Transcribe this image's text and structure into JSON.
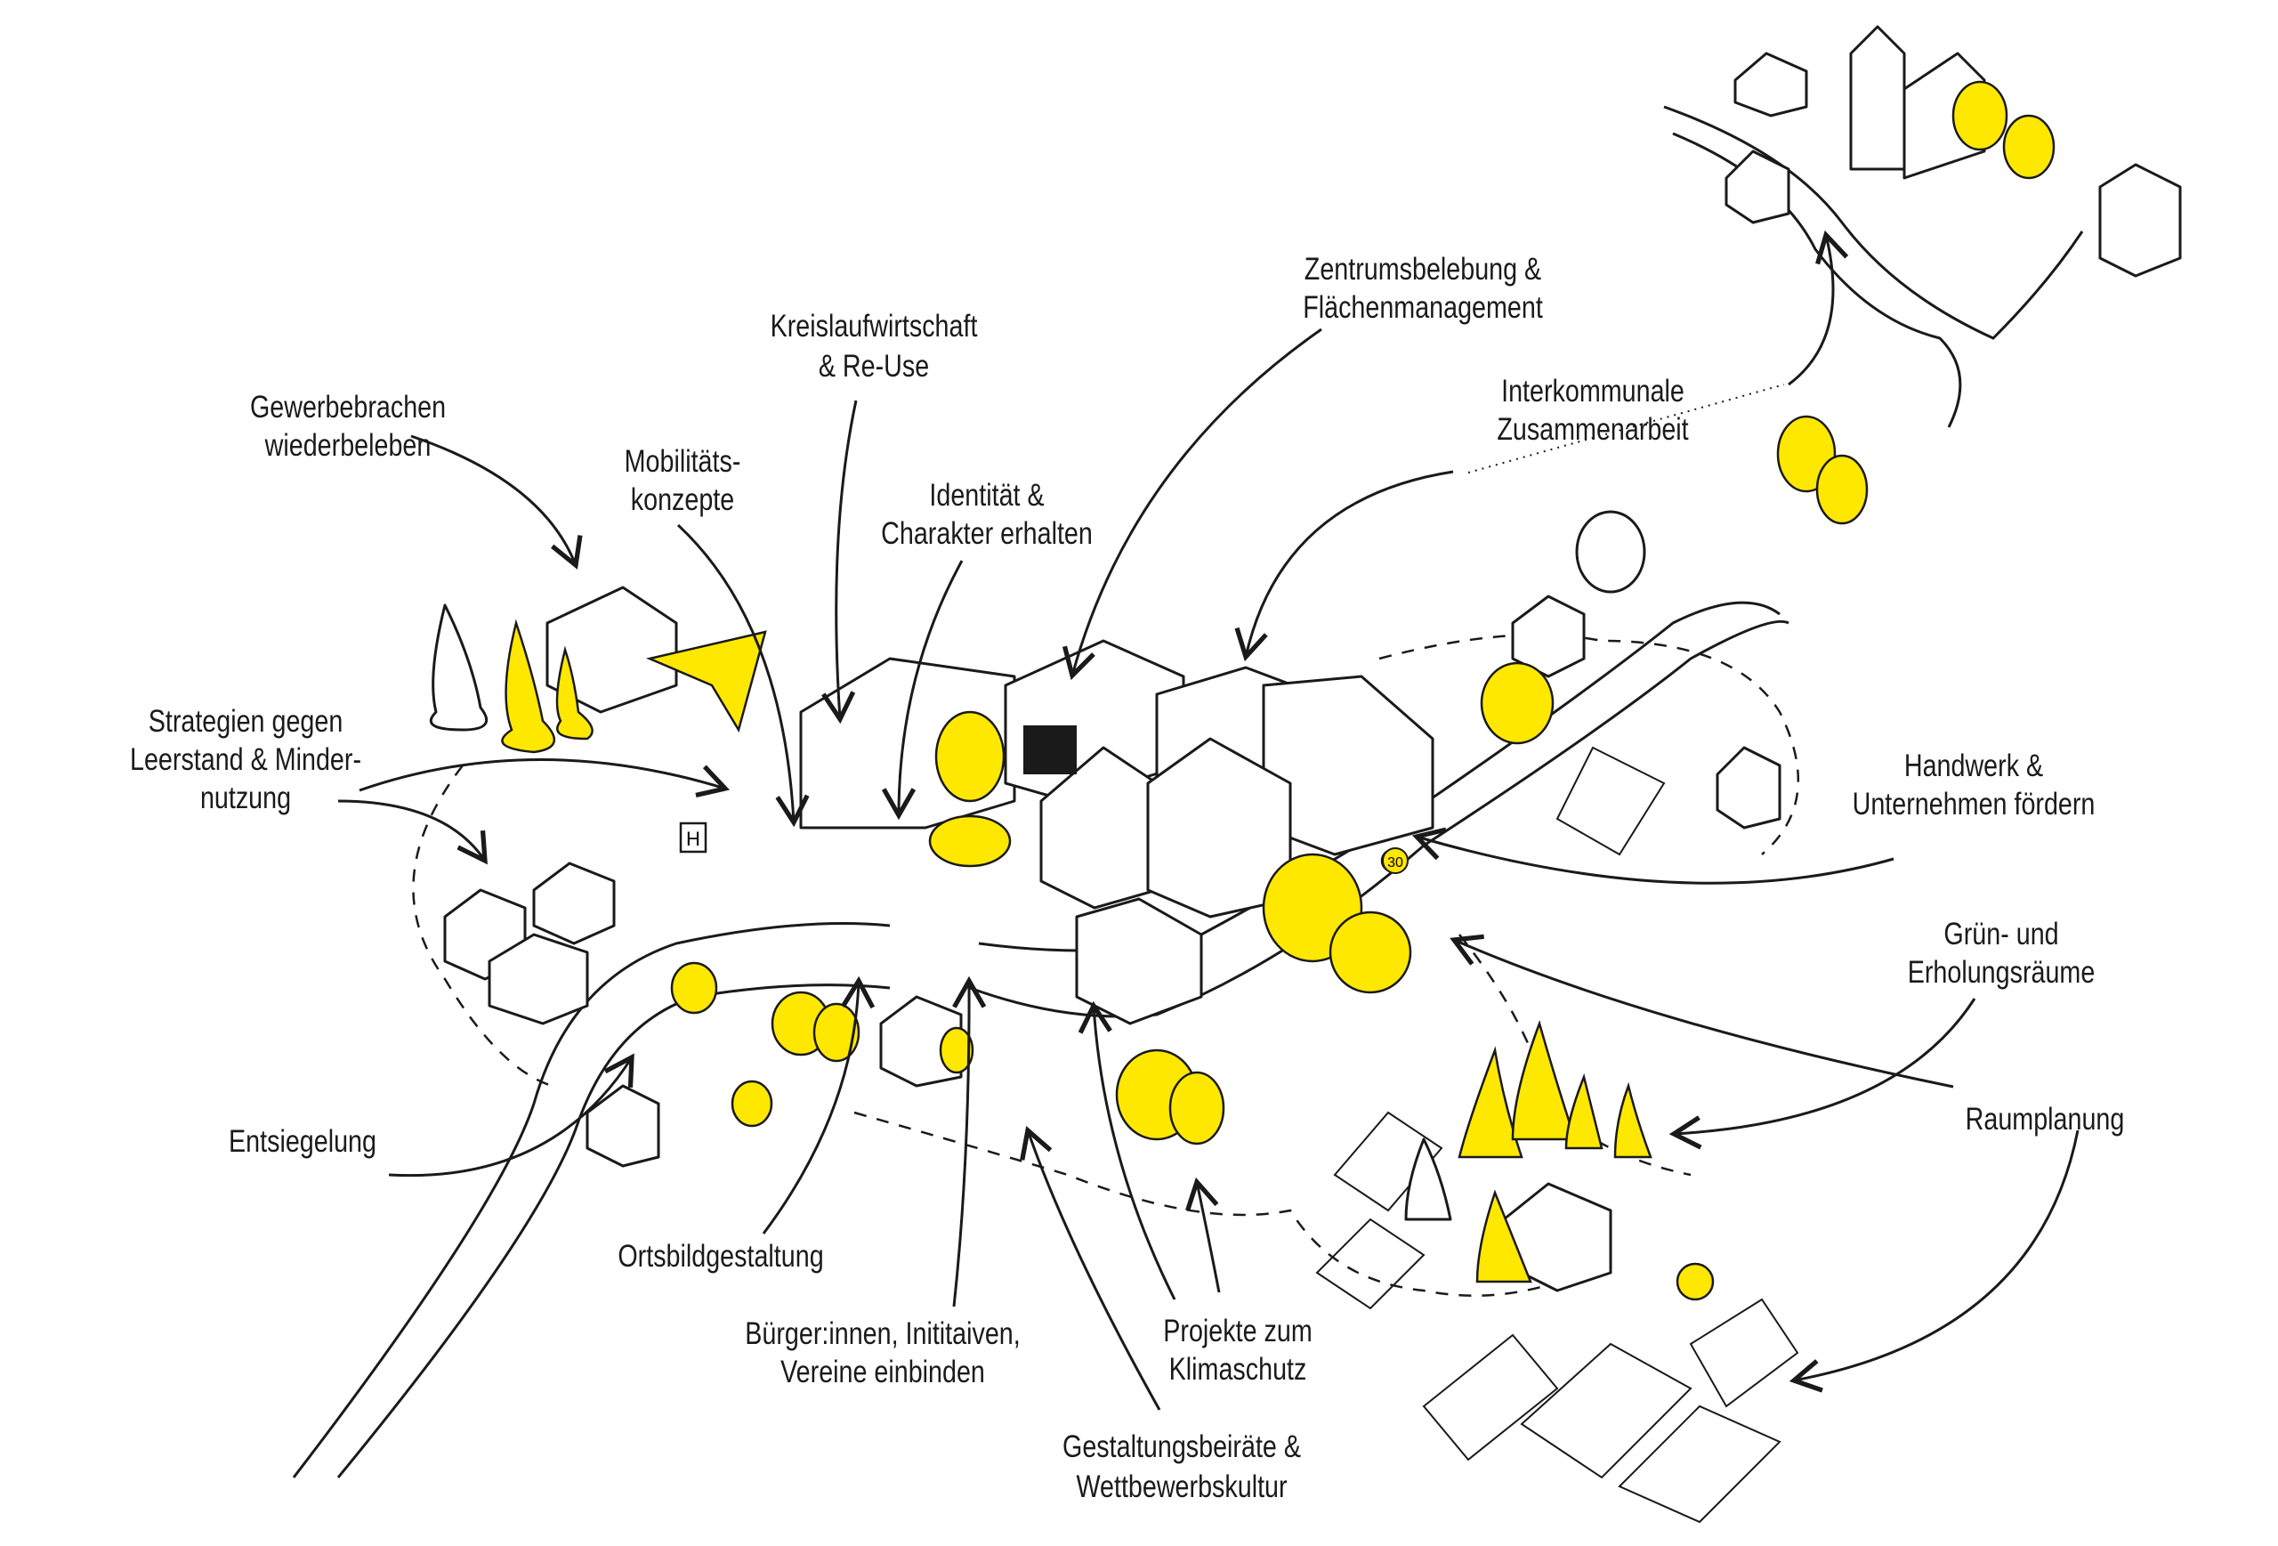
{
  "colors": {
    "accent_yellow": "#FFE800",
    "ink": "#1a1a1a",
    "background": "#ffffff"
  },
  "labels": {
    "gewerbebrachen": [
      "Gewerbebrachen",
      "wiederbeleben"
    ],
    "mobilitaet": [
      "Mobilitäts-",
      "konzepte"
    ],
    "kreislauf": [
      "Kreislaufwirtschaft",
      "& Re-Use"
    ],
    "identitaet": [
      "Identität &",
      "Charakter erhalten"
    ],
    "zentrum": [
      "Zentrumsbelebung &",
      "Flächenmanagement"
    ],
    "interkommunal": [
      "Interkommunale",
      "Zusammenarbeit"
    ],
    "leerstand": [
      "Strategien gegen",
      "Leerstand & Minder-",
      "nutzung"
    ],
    "handwerk": [
      "Handwerk &",
      "Unternehmen fördern"
    ],
    "gruen": [
      "Grün- und",
      "Erholungsräume"
    ],
    "raumplanung": [
      "Raumplanung"
    ],
    "entsiegelung": [
      "Entsiegelung"
    ],
    "ortsbild": [
      "Ortsbildgestaltung"
    ],
    "buerger": [
      "Bürger:innen, Inititaiven,",
      "Vereine einbinden"
    ],
    "klima": [
      "Projekte zum",
      "Klimaschutz"
    ],
    "gestaltung": [
      "Gestaltungsbeiräte &",
      "Wettbewerbskultur"
    ]
  },
  "signs": {
    "bus_stop": "H",
    "speed_limit": "30"
  }
}
